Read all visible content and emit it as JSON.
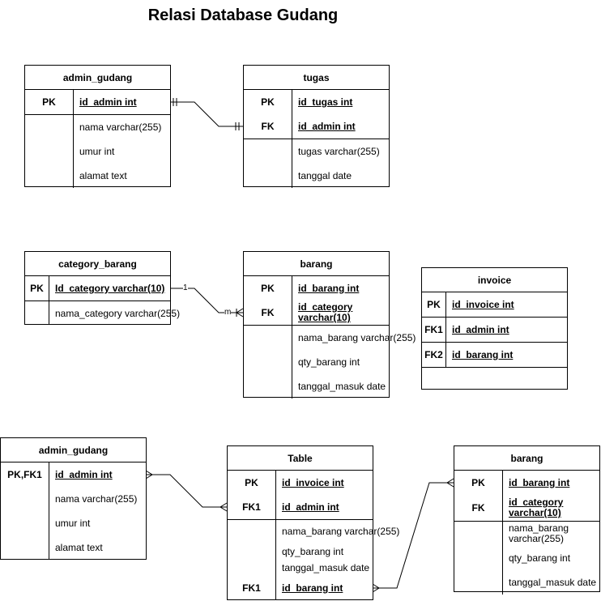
{
  "title": "Relasi Database Gudang",
  "admin_gudang_1": {
    "name": "admin_gudang",
    "rows": [
      {
        "key": "PK",
        "field": "id_admin int"
      },
      {
        "key": "",
        "field": "nama varchar(255)"
      },
      {
        "key": "",
        "field": "umur int"
      },
      {
        "key": "",
        "field": "alamat text"
      }
    ]
  },
  "tugas": {
    "name": "tugas",
    "rows": [
      {
        "key": "PK",
        "field": "id_tugas int"
      },
      {
        "key": "FK",
        "field": "id_admin int"
      },
      {
        "key": "",
        "field": "tugas varchar(255)"
      },
      {
        "key": "",
        "field": "tanggal date"
      }
    ]
  },
  "category_barang": {
    "name": "category_barang",
    "rows": [
      {
        "key": "PK",
        "field": "Id_category varchar(10)"
      },
      {
        "key": "",
        "field": "nama_category varchar(255)"
      }
    ]
  },
  "barang_1": {
    "name": "barang",
    "rows": [
      {
        "key": "PK",
        "field": "id_barang int"
      },
      {
        "key": "FK",
        "field": "id_category varchar(10)"
      },
      {
        "key": "",
        "field": "nama_barang varchar(255)"
      },
      {
        "key": "",
        "field": "qty_barang int"
      },
      {
        "key": "",
        "field": "tanggal_masuk date"
      }
    ]
  },
  "invoice": {
    "name": "invoice",
    "rows": [
      {
        "key": "PK",
        "field": "id_invoice int"
      },
      {
        "key": "FK1",
        "field": "id_admin int"
      },
      {
        "key": "FK2",
        "field": "id_barang int"
      }
    ]
  },
  "admin_gudang_2": {
    "name": "admin_gudang",
    "rows": [
      {
        "key": "PK,FK1",
        "field": "id_admin int"
      },
      {
        "key": "",
        "field": "nama varchar(255)"
      },
      {
        "key": "",
        "field": "umur int"
      },
      {
        "key": "",
        "field": "alamat text"
      }
    ]
  },
  "table_entity": {
    "name": "Table",
    "rows": [
      {
        "key": "PK",
        "field": "id_invoice int"
      },
      {
        "key": "FK1",
        "field": "id_admin int"
      },
      {
        "key": "",
        "field": "nama_barang varchar(255)"
      },
      {
        "key": "",
        "field": "qty_barang int"
      },
      {
        "key": "",
        "field": "tanggal_masuk date"
      },
      {
        "key": "FK1",
        "field": "id_barang int"
      }
    ]
  },
  "barang_2": {
    "name": "barang",
    "rows": [
      {
        "key": "PK",
        "field": "id_barang int"
      },
      {
        "key": "FK",
        "field": "id_category varchar(10)"
      },
      {
        "key": "",
        "field": "nama_barang varchar(255)"
      },
      {
        "key": "",
        "field": "qty_barang int"
      },
      {
        "key": "",
        "field": "tanggal_masuk date"
      }
    ]
  },
  "relations": {
    "category_label_one": "1",
    "category_label_many": "m"
  }
}
